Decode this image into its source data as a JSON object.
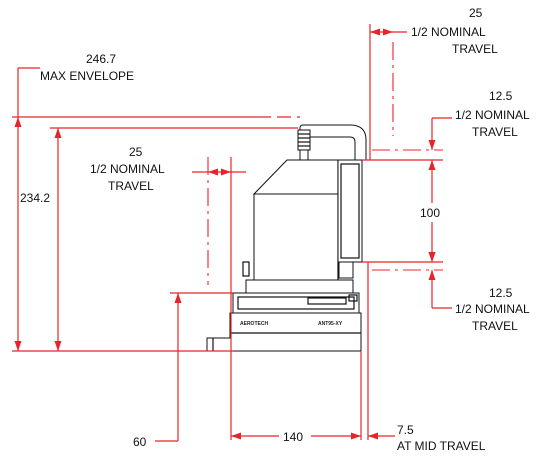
{
  "dimensions": {
    "top_travel": {
      "value": "25",
      "caption_line1": "1/2 NOMINAL",
      "caption_line2": "TRAVEL"
    },
    "max_envelope": {
      "value": "246.7",
      "caption": "MAX ENVELOPE"
    },
    "upper_right_travel": {
      "value": "12.5",
      "caption_line1": "1/2 NOMINAL",
      "caption_line2": "TRAVEL"
    },
    "left_travel": {
      "value": "25",
      "caption_line1": "1/2 NOMINAL",
      "caption_line2": "TRAVEL"
    },
    "overall_height": {
      "value": "234.2"
    },
    "stage_span": {
      "value": "100"
    },
    "lower_right_travel": {
      "value": "12.5",
      "caption_line1": "1/2 NOMINAL",
      "caption_line2": "TRAVEL"
    },
    "base_height": {
      "value": "60"
    },
    "base_width": {
      "value": "140"
    },
    "offset": {
      "value": "7.5",
      "caption": "AT MID TRAVEL"
    }
  },
  "device": {
    "brand_text": "AEROTECH",
    "model_text": "ANT95-XY"
  }
}
